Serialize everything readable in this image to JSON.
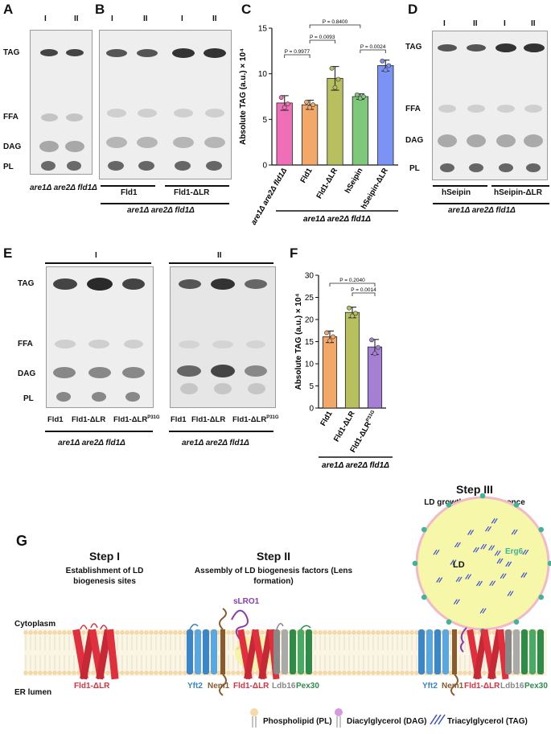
{
  "panels": {
    "A": "A",
    "B": "B",
    "C": "C",
    "D": "D",
    "E": "E",
    "F": "F",
    "G": "G"
  },
  "lanes": {
    "I": "I",
    "II": "II"
  },
  "bands": {
    "tag": "TAG",
    "ffa": "FFA",
    "dag": "DAG",
    "pl": "PL"
  },
  "strain": "are1Δ are2Δ fld1Δ",
  "panel_b": {
    "group1": "Fld1",
    "group2": "Fld1-ΔLR"
  },
  "panel_d": {
    "group1": "hSeipin",
    "group2": "hSeipin-ΔLR"
  },
  "panel_e": {
    "lane1": "Fld1",
    "lane2": "Fld1-ΔLR",
    "lane3": "Fld1-ΔLR",
    "sup": "P31G"
  },
  "chart_data": [
    {
      "type": "bar",
      "panel": "C",
      "categories": [
        "are1Δ are2Δ fld1Δ",
        "Fld1",
        "Fld1-ΔLR",
        "hSeipin",
        "hSeipin-ΔLR"
      ],
      "values": [
        6.8,
        6.6,
        9.5,
        7.5,
        10.9
      ],
      "errors": [
        0.8,
        0.5,
        1.3,
        0.3,
        0.6
      ],
      "points": [
        [
          7.4,
          6.3,
          6.7
        ],
        [
          6.9,
          6.3,
          6.6
        ],
        [
          10.6,
          8.5,
          9.4
        ],
        [
          7.7,
          7.3,
          7.5
        ],
        [
          11.4,
          10.4,
          10.9
        ]
      ],
      "colors": [
        "#f06eb8",
        "#f2a868",
        "#b7bf5e",
        "#7fc77a",
        "#7a93f5"
      ],
      "ylabel": "Absolute TAG (a.u.) × 10⁴",
      "ylim": [
        0,
        15
      ],
      "yticks": [
        "0",
        "5",
        "10",
        "15"
      ],
      "group_label": "are1Δ are2Δ fld1Δ",
      "annotations": [
        "P = 0.9977",
        "P = 0.0093",
        "P = 0.8400",
        "P = 0.0024"
      ]
    },
    {
      "type": "bar",
      "panel": "F",
      "categories": [
        "Fld1",
        "Fld1-ΔLR",
        "Fld1-ΔLR"
      ],
      "cat_sup": [
        "",
        "",
        "P31G"
      ],
      "values": [
        16.1,
        21.6,
        13.8
      ],
      "errors": [
        1.3,
        1.2,
        1.7
      ],
      "points": [
        [
          17.0,
          15.2,
          16.1
        ],
        [
          22.6,
          20.8,
          21.4
        ],
        [
          15.4,
          12.3,
          13.7
        ]
      ],
      "colors": [
        "#f2a868",
        "#b7bf5e",
        "#a57fd4"
      ],
      "ylabel": "Absolute TAG (a.u.) × 10⁴",
      "ylim": [
        0,
        30
      ],
      "yticks": [
        "0",
        "5",
        "10",
        "15",
        "20",
        "25",
        "30"
      ],
      "group_label": "are1Δ are2Δ fld1Δ",
      "annotations": [
        "P = 0.2040",
        "P = 0.0014"
      ]
    }
  ],
  "panel_g": {
    "step1_title": "Step I",
    "step1_sub": "Establishment of LD biogenesis sites",
    "step2_title": "Step II",
    "step2_sub": "Assembly of LD biogenesis factors (Lens formation)",
    "step3_title": "Step III",
    "step3_sub": "LD growth and emergence",
    "cytoplasm": "Cytoplasm",
    "er_lumen": "ER lumen",
    "ld": "LD",
    "erg6": "Erg6",
    "slro1": "sLRO1",
    "fld1_dlr": "Fld1-ΔLR",
    "yft2": "Yft2",
    "nem1": "Nem1",
    "ldb16": "Ldb16",
    "pex30": "Pex30",
    "legend_pl": "Phospholipid (PL)",
    "legend_dag": "Diacylglycerol (DAG)",
    "legend_tag": "Triacylglycerol (TAG)"
  }
}
